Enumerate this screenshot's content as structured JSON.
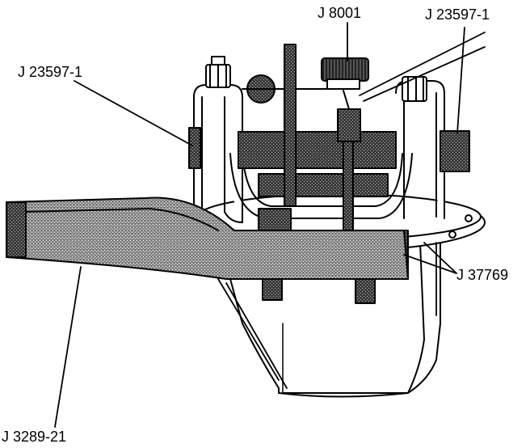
{
  "callouts": {
    "j8001": "J 8001",
    "j23597_right": "J 23597-1",
    "j23597_left": "J 23597-1",
    "j37769": "J 37769",
    "j3289_21": "J 3289-21"
  },
  "colors": {
    "ink": "#000000",
    "paper": "#ffffff",
    "dark_texture": "#4a4a4a",
    "light_texture": "#9a9a9a"
  }
}
